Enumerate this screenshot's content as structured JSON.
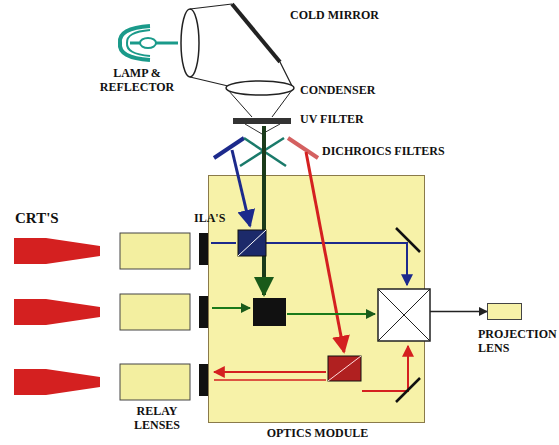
{
  "diagram": {
    "nodes": [
      {
        "text": [
          "OPTICS MODULE"
        ]
      },
      {
        "text": [
          "PROJECTION LENS"
        ]
      }
    ],
    "edges": [
      {
        "from": 0,
        "to": 1,
        "arrow": "to"
      }
    ],
    "labels": [
      "COLD MIRROR",
      "LAMP & REFLECTOR",
      "CONDENSER",
      "UV FILTER",
      "DICHROICS FILTERS",
      "CRT'S",
      "ILA'S",
      "RELAY LENSES"
    ]
  }
}
